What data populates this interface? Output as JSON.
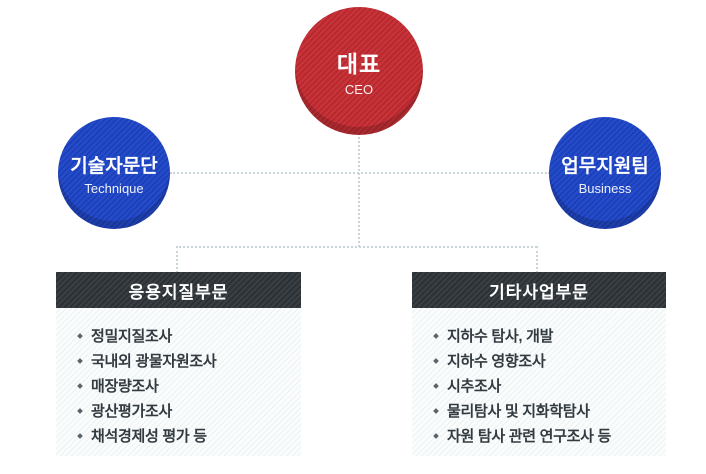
{
  "nodes": {
    "ceo": {
      "title": "대표",
      "subtitle": "CEO"
    },
    "technique": {
      "title": "기술자문단",
      "subtitle": "Technique"
    },
    "business": {
      "title": "업무지원팀",
      "subtitle": "Business"
    }
  },
  "departments": [
    {
      "title": "응용지질부문",
      "items": [
        "정밀지질조사",
        "국내외 광물자원조사",
        "매장량조사",
        "광산평가조사",
        "채석경제성 평가 등"
      ]
    },
    {
      "title": "기타사업부문",
      "items": [
        "지하수 탐사, 개발",
        "지하수 영향조사",
        "시추조사",
        "물리탐사 및 지화학탐사",
        "자원 탐사 관련 연구조사 등"
      ]
    }
  ],
  "colors": {
    "ceo_circle": "#c22a30",
    "team_circle": "#1c43c5",
    "dept_header_bg": "#2f353a",
    "connector_dotted": "#c9d6d9",
    "list_text": "#333b40"
  }
}
